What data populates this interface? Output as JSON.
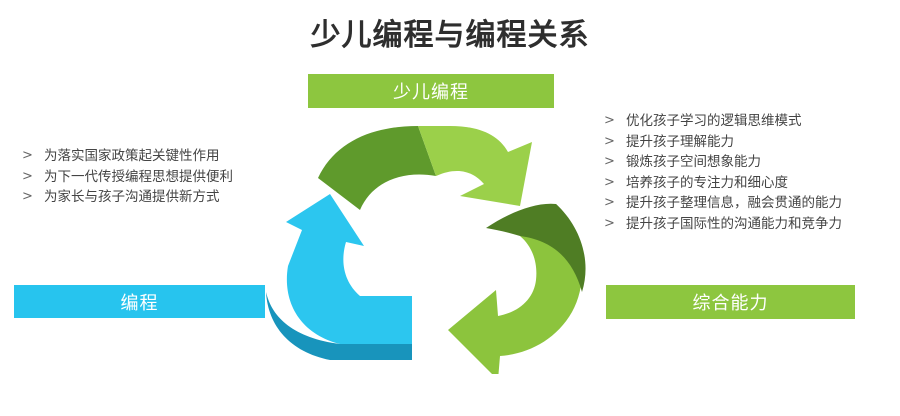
{
  "title": "少儿编程与编程关系",
  "banners": {
    "top": "少儿编程",
    "left": "编程",
    "right": "综合能力"
  },
  "left_list": [
    "为落实国家政策起关键性作用",
    "为下一代传授编程思想提供便利",
    "为家长与孩子沟通提供新方式"
  ],
  "right_list": [
    "优化孩子学习的逻辑思维模式",
    "提升孩子理解能力",
    "锻炼孩子空间想象能力",
    "培养孩子的专注力和细心度",
    "提升孩子整理信息，融会贯通的能力",
    "提升孩子国际性的沟通能力和竞争力"
  ],
  "colors": {
    "green_light": "#8dc63f",
    "green_mid": "#6aa12f",
    "green_dark": "#4f7d24",
    "blue_light": "#27c4ee",
    "blue_dark": "#1797be"
  },
  "bullet_icon": "chevron-right-icon"
}
